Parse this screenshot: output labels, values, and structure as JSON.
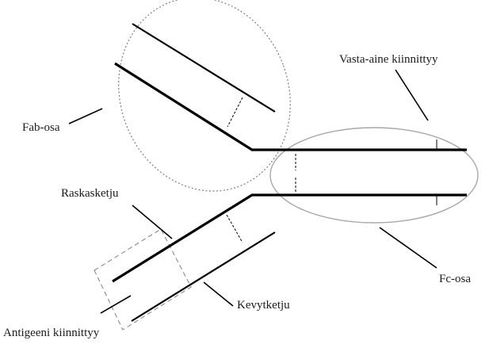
{
  "labels": {
    "vasta_aine": "Vasta-aine kiinnittyy",
    "fab": "Fab-osa",
    "raskasketju": "Raskasketju",
    "fc": "Fc-osa",
    "kevytketju": "Kevytketju",
    "antigeeni": "Antigeeni kiinnittyy"
  },
  "colors": {
    "chain": "#000000",
    "outline": "#8c8c8c",
    "text": "#1a1a1a"
  }
}
